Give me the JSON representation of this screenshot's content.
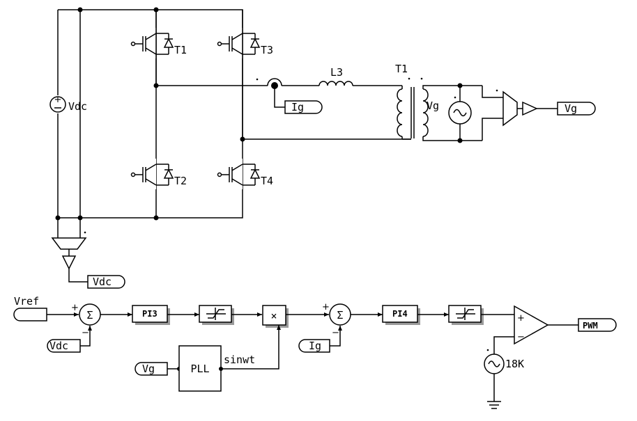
{
  "power_stage": {
    "dc_source_label": "Vdc",
    "switches": [
      "T1",
      "T3",
      "T2",
      "T4"
    ],
    "current_sensor_label": "Ig",
    "inductor_label": "L3",
    "transformer_label": "T1",
    "grid_source_label": "Vg",
    "grid_voltage_out_label": "Vg",
    "dc_voltage_out_label": "Vdc"
  },
  "control": {
    "vref_label": "Vref",
    "vdc_feedback_label": "Vdc",
    "sum1_plus": "+",
    "sum1_minus": "−",
    "pi1_label": "PI3",
    "vg_input_label": "Vg",
    "pll_label": "PLL",
    "pll_output_label": "sinwt",
    "sum2_plus": "+",
    "sum2_minus": "−",
    "ig_feedback_label": "Ig",
    "pi2_label": "PI4",
    "comp_plus": "+",
    "comp_minus": "−",
    "carrier_label": "18K",
    "pwm_label": "PWM",
    "sum_symbol": "Σ",
    "mult_symbol": "×"
  }
}
